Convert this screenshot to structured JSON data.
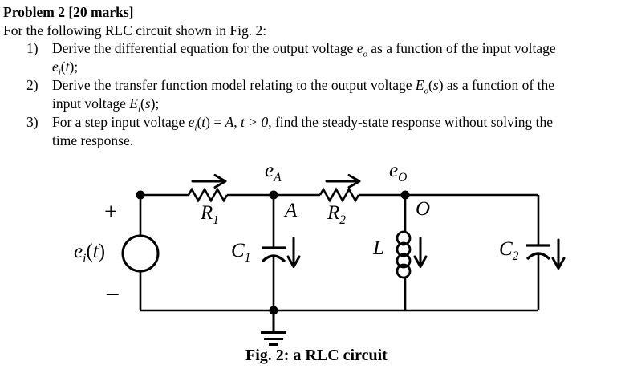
{
  "page": {
    "background": "#ffffff",
    "ink": "#000000"
  },
  "problem": {
    "title": "Problem 2 [20 marks]",
    "intro": "For the following RLC circuit shown in Fig. 2:",
    "items": [
      {
        "num": "1)",
        "lines": [
          [
            {
              "t": "Derive the differential equation for the output voltage "
            },
            {
              "t": "e",
              "s": "i"
            },
            {
              "t": "o",
              "s": "isub"
            },
            {
              "t": " as a function of the input voltage"
            }
          ],
          [
            {
              "t": "e",
              "s": "i"
            },
            {
              "t": "i",
              "s": "isub"
            },
            {
              "t": "("
            },
            {
              "t": "t",
              "s": "i"
            },
            {
              "t": ");"
            }
          ]
        ]
      },
      {
        "num": "2)",
        "lines": [
          [
            {
              "t": "Derive the transfer function model relating to the output voltage "
            },
            {
              "t": "E",
              "s": "i"
            },
            {
              "t": "o",
              "s": "isub"
            },
            {
              "t": "("
            },
            {
              "t": "s",
              "s": "i"
            },
            {
              "t": ") as a function of the"
            }
          ],
          [
            {
              "t": "input voltage "
            },
            {
              "t": "E",
              "s": "i"
            },
            {
              "t": "i",
              "s": "isub"
            },
            {
              "t": "("
            },
            {
              "t": "s",
              "s": "i"
            },
            {
              "t": ");"
            }
          ]
        ]
      },
      {
        "num": "3)",
        "lines": [
          [
            {
              "t": "For a step input voltage "
            },
            {
              "t": "e",
              "s": "i"
            },
            {
              "t": "i",
              "s": "isub"
            },
            {
              "t": "("
            },
            {
              "t": "t",
              "s": "i"
            },
            {
              "t": ") = "
            },
            {
              "t": "A",
              "s": "i"
            },
            {
              "t": ", "
            },
            {
              "t": "t > 0",
              "s": "i"
            },
            {
              "t": ", find the steady-state response without solving the"
            }
          ],
          [
            {
              "t": "time response."
            }
          ]
        ]
      }
    ]
  },
  "figure": {
    "caption": "Fig. 2: a RLC circuit",
    "labels": {
      "source": [
        {
          "t": "e",
          "s": "i"
        },
        {
          "t": "i",
          "s": "isub"
        },
        {
          "t": "("
        },
        {
          "t": "t",
          "s": "i"
        },
        {
          "t": ")"
        }
      ],
      "plus": "+",
      "minus": "–",
      "r1": [
        {
          "t": "R",
          "s": "i"
        },
        {
          "t": "1",
          "s": "isub"
        }
      ],
      "r2": [
        {
          "t": "R",
          "s": "i"
        },
        {
          "t": "2",
          "s": "isub"
        }
      ],
      "c1": [
        {
          "t": "C",
          "s": "i"
        },
        {
          "t": "1",
          "s": "isub"
        }
      ],
      "c2": [
        {
          "t": "C",
          "s": "i"
        },
        {
          "t": "2",
          "s": "isub"
        }
      ],
      "l": [
        {
          "t": "L",
          "s": "i"
        }
      ],
      "node_a_voltage": [
        {
          "t": "e",
          "s": "i"
        },
        {
          "t": "A",
          "s": "isub"
        }
      ],
      "node_o_voltage": [
        {
          "t": "e",
          "s": "i"
        },
        {
          "t": "O",
          "s": "isub"
        }
      ],
      "node_a": [
        {
          "t": "A",
          "s": "i"
        }
      ],
      "node_o": [
        {
          "t": "O",
          "s": "i"
        }
      ]
    }
  }
}
